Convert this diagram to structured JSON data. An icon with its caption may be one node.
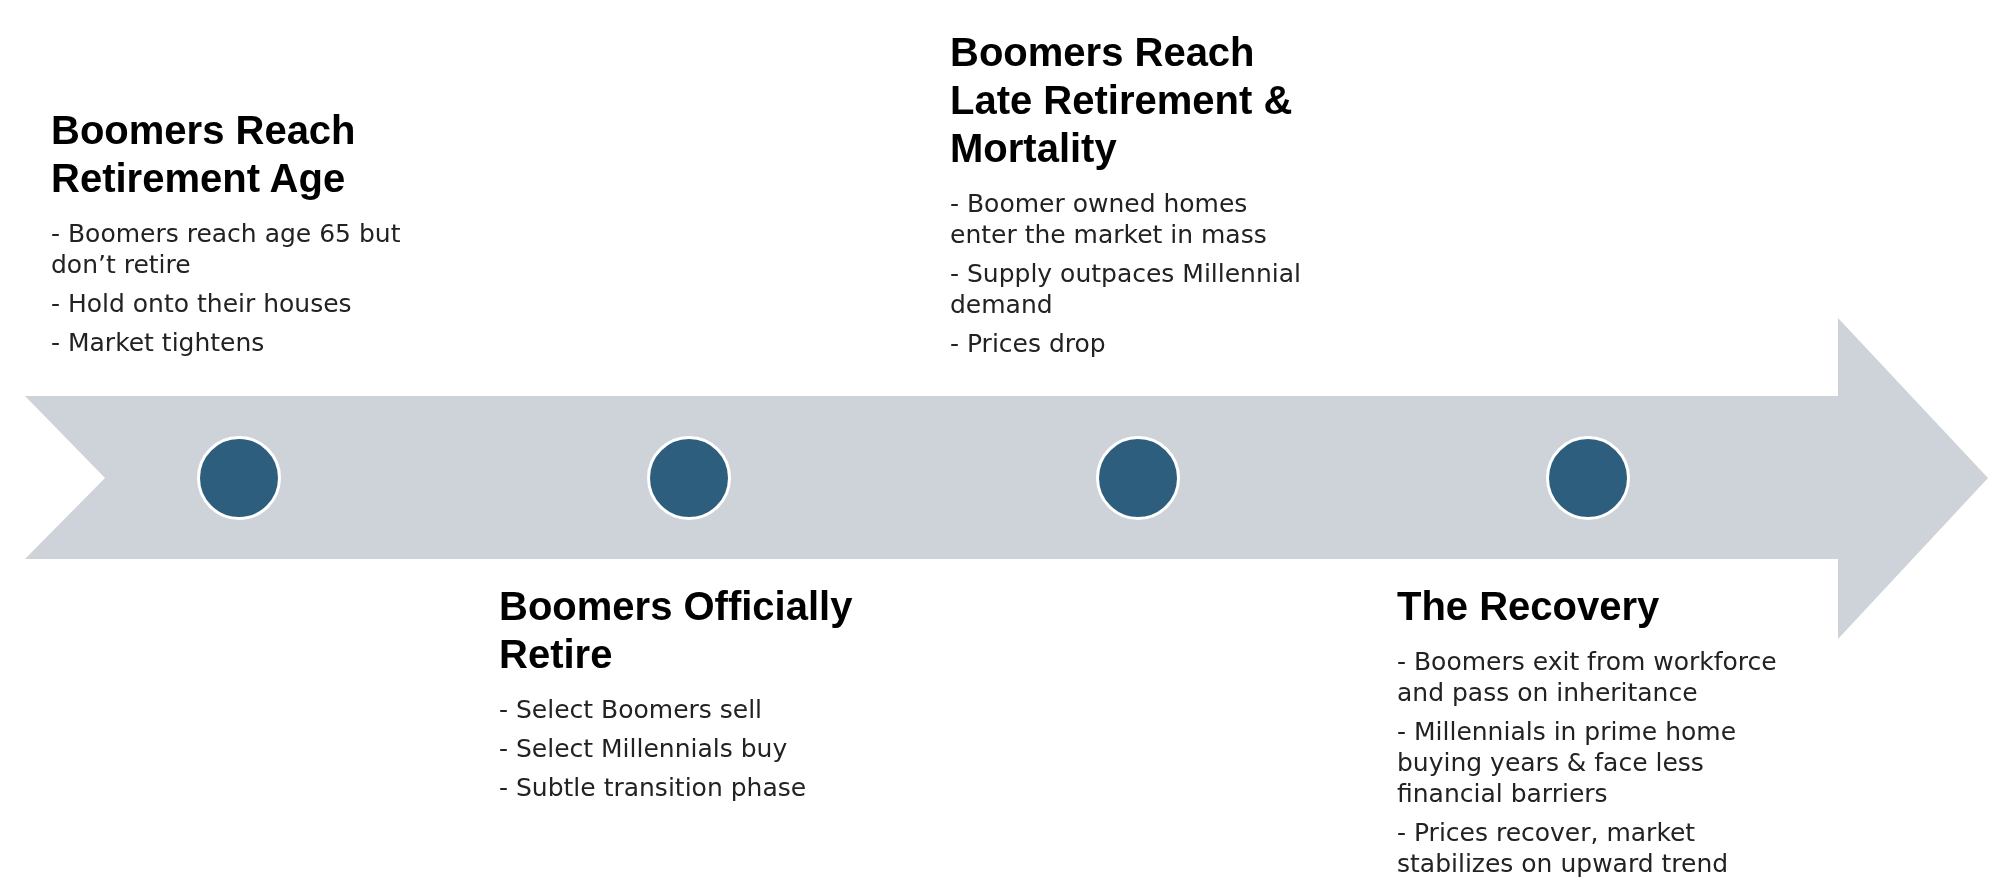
{
  "diagram": {
    "nodes": [
      {
        "text": [],
        "shape": "circle",
        "beside": [
          "Boomers Reach Retirement Age",
          "- Boomers reach age 65 but don’t retire",
          "- Hold onto their houses",
          "- Market tightens"
        ]
      },
      {
        "text": [],
        "shape": "circle",
        "beside": [
          "Boomers Officially Retire",
          "- Select Boomers sell",
          "- Select Millennials buy",
          "- Subtle transition phase"
        ]
      },
      {
        "text": [],
        "shape": "circle",
        "beside": [
          "Boomers Reach Late Retirement & Mortality",
          "- Boomer owned homes enter the market in mass",
          "- Supply outpaces Millennial demand",
          "- Prices drop"
        ]
      },
      {
        "text": [],
        "shape": "circle",
        "beside": [
          "The Recovery",
          "- Boomers exit from workforce and pass on inheritance",
          "- Millennials in prime home buying years & face less financial  barriers",
          "- Prices recover, market stabilizes on upward trend"
        ]
      }
    ]
  }
}
